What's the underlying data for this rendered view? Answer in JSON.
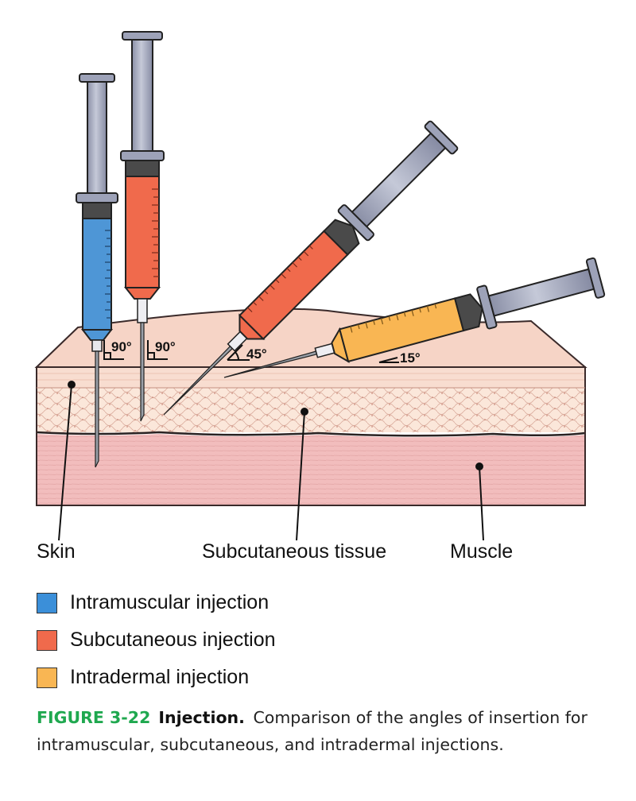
{
  "labels": {
    "skin": "Skin",
    "subcutaneous": "Subcutaneous tissue",
    "muscle": "Muscle"
  },
  "angles": {
    "im": "90°",
    "subq_vertical": "90°",
    "subq_angled": "45°",
    "id": "15°"
  },
  "legend": [
    {
      "label": "Intramuscular injection",
      "color": "#3b8fd9"
    },
    {
      "label": "Subcutaneous injection",
      "color": "#f06a4c"
    },
    {
      "label": "Intradermal injection",
      "color": "#f9b653"
    }
  ],
  "caption": {
    "number": "FIGURE 3-22",
    "title": "Injection.",
    "text": "Comparison of the angles of insertion for intramuscular, subcutaneous, and intradermal injections."
  },
  "colors": {
    "skin": "#f8ddd0",
    "subcutaneous": "#fbe7da",
    "muscle": "#f2bdbd",
    "barrel": "#a3a8bd",
    "needle": "#8a8f97"
  }
}
